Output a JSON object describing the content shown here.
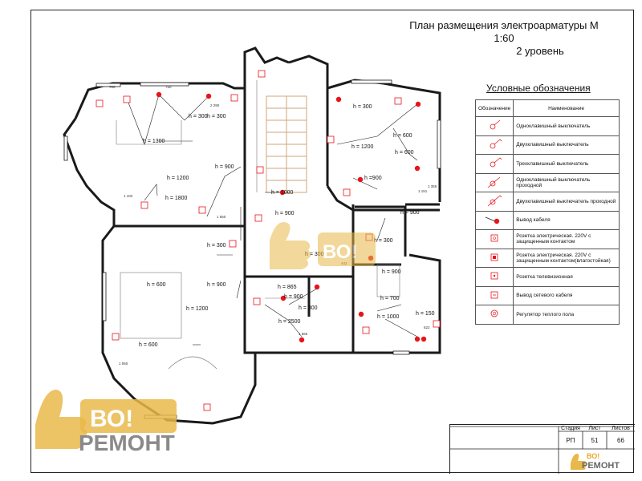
{
  "title": {
    "line1": "План размещения электроарматуры  М 1:60",
    "line2": "2 уровень"
  },
  "legend": {
    "title": "Условные обозначения",
    "col_symbol": "Обозначение",
    "col_name": "Наименование",
    "items": [
      {
        "name": "Одноклавишный выключатель",
        "icon": "single-switch-icon"
      },
      {
        "name": "Двухклавишный выключатель",
        "icon": "double-switch-icon"
      },
      {
        "name": "Трехклавишный выключатель",
        "icon": "triple-switch-icon"
      },
      {
        "name": "Одноклавишный выключатель проходной",
        "icon": "single-pass-switch-icon"
      },
      {
        "name": "Двухклавишный выключатель проходной",
        "icon": "double-pass-switch-icon"
      },
      {
        "name": "Вывод кабеля",
        "icon": "cable-outlet-icon"
      },
      {
        "name": "Розетка электрическая. 220V с защищенным контактом",
        "icon": "socket-icon"
      },
      {
        "name": "Розетка электрическая. 220V с защищенным контактом(влагостойкая)",
        "icon": "socket-moisture-icon"
      },
      {
        "name": "Розетка телевизионная",
        "icon": "tv-socket-icon"
      },
      {
        "name": "Вывод  сетевого кабеля",
        "icon": "network-outlet-icon"
      },
      {
        "name": "Регулятор теплого пола",
        "icon": "floor-heating-regulator-icon"
      }
    ]
  },
  "heights": [
    "h = 300",
    "h = 300",
    "h = 1300",
    "h = 1200",
    "h = 1800",
    "h = 900",
    "h = 1000",
    "h = 900",
    "h = 300",
    "h = 600",
    "h = 900",
    "h = 1200",
    "h = 600",
    "h = 865",
    "h = 900",
    "h = 300",
    "h = 2500",
    "h = 300",
    "h = 1200",
    "h = 600",
    "h = 600",
    "h =900",
    "h = 900",
    "h = 300",
    "h = 900",
    "h = 700",
    "h = 1000",
    "h = 150",
    "h = 300"
  ],
  "dims": [
    "700",
    "750",
    "2 290",
    "1 550",
    "1 102",
    "1 151",
    "1 356",
    "1 665",
    "1 060",
    "622",
    "442"
  ],
  "stamp": {
    "stage_label": "Стадия",
    "sheet_label": "Лист",
    "sheets_label": "Листов",
    "stage": "РП",
    "sheet": "51",
    "sheets": "66"
  },
  "watermark": {
    "brand_short": "ВО!",
    "brand_word": "РЕМОНТ"
  },
  "colors": {
    "accent": "#e8141b",
    "wall": "#1a1a1a",
    "stair": "#d2a679",
    "watermark": "#e9b84a",
    "watermark_text": "#8a8a8a"
  }
}
